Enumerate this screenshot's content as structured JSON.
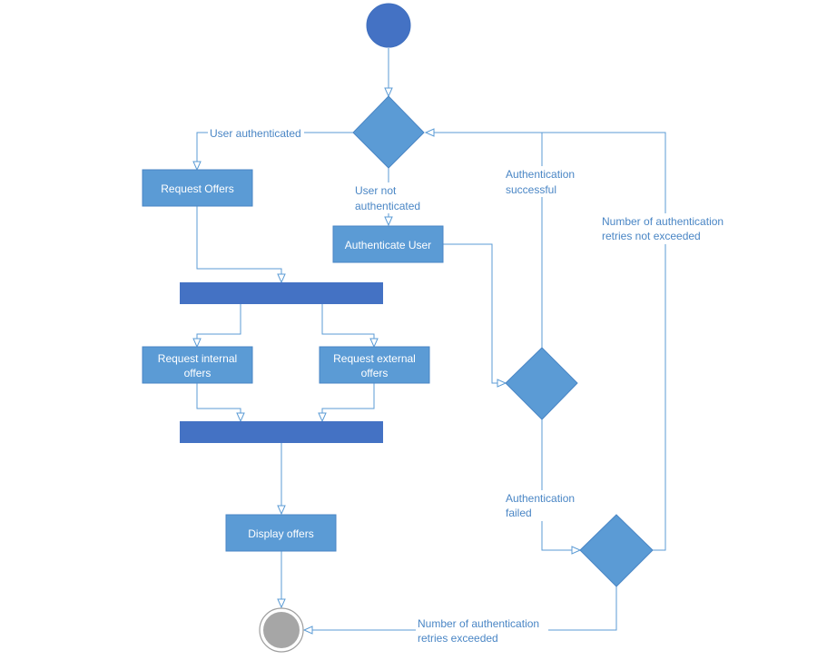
{
  "colors": {
    "start_node": "#4472c4",
    "start_stroke": "#3f6fbf",
    "action_fill": "#5b9bd5",
    "action_stroke": "#4a86c5",
    "fork_bar": "#4472c4",
    "line": "#5b9bd5",
    "edge_text": "#4a86c5",
    "end_outer": "#9e9e9e",
    "end_inner": "#a6a6a6",
    "node_text": "#ffffff"
  },
  "nodes": {
    "request_offers": "Request Offers",
    "authenticate_user": "Authenticate User",
    "request_internal_offers": [
      "Request internal",
      "offers"
    ],
    "request_external_offers": [
      "Request external",
      "offers"
    ],
    "display_offers": "Display offers"
  },
  "edges": {
    "user_authenticated": "User authenticated",
    "user_not_authenticated": [
      "User not",
      "authenticated"
    ],
    "authentication_successful": [
      "Authentication",
      "successful"
    ],
    "retries_not_exceeded": [
      "Number of authentication",
      "retries not exceeded"
    ],
    "authentication_failed": [
      "Authentication",
      "failed"
    ],
    "retries_exceeded": [
      "Number of authentication",
      "retries exceeded"
    ]
  }
}
